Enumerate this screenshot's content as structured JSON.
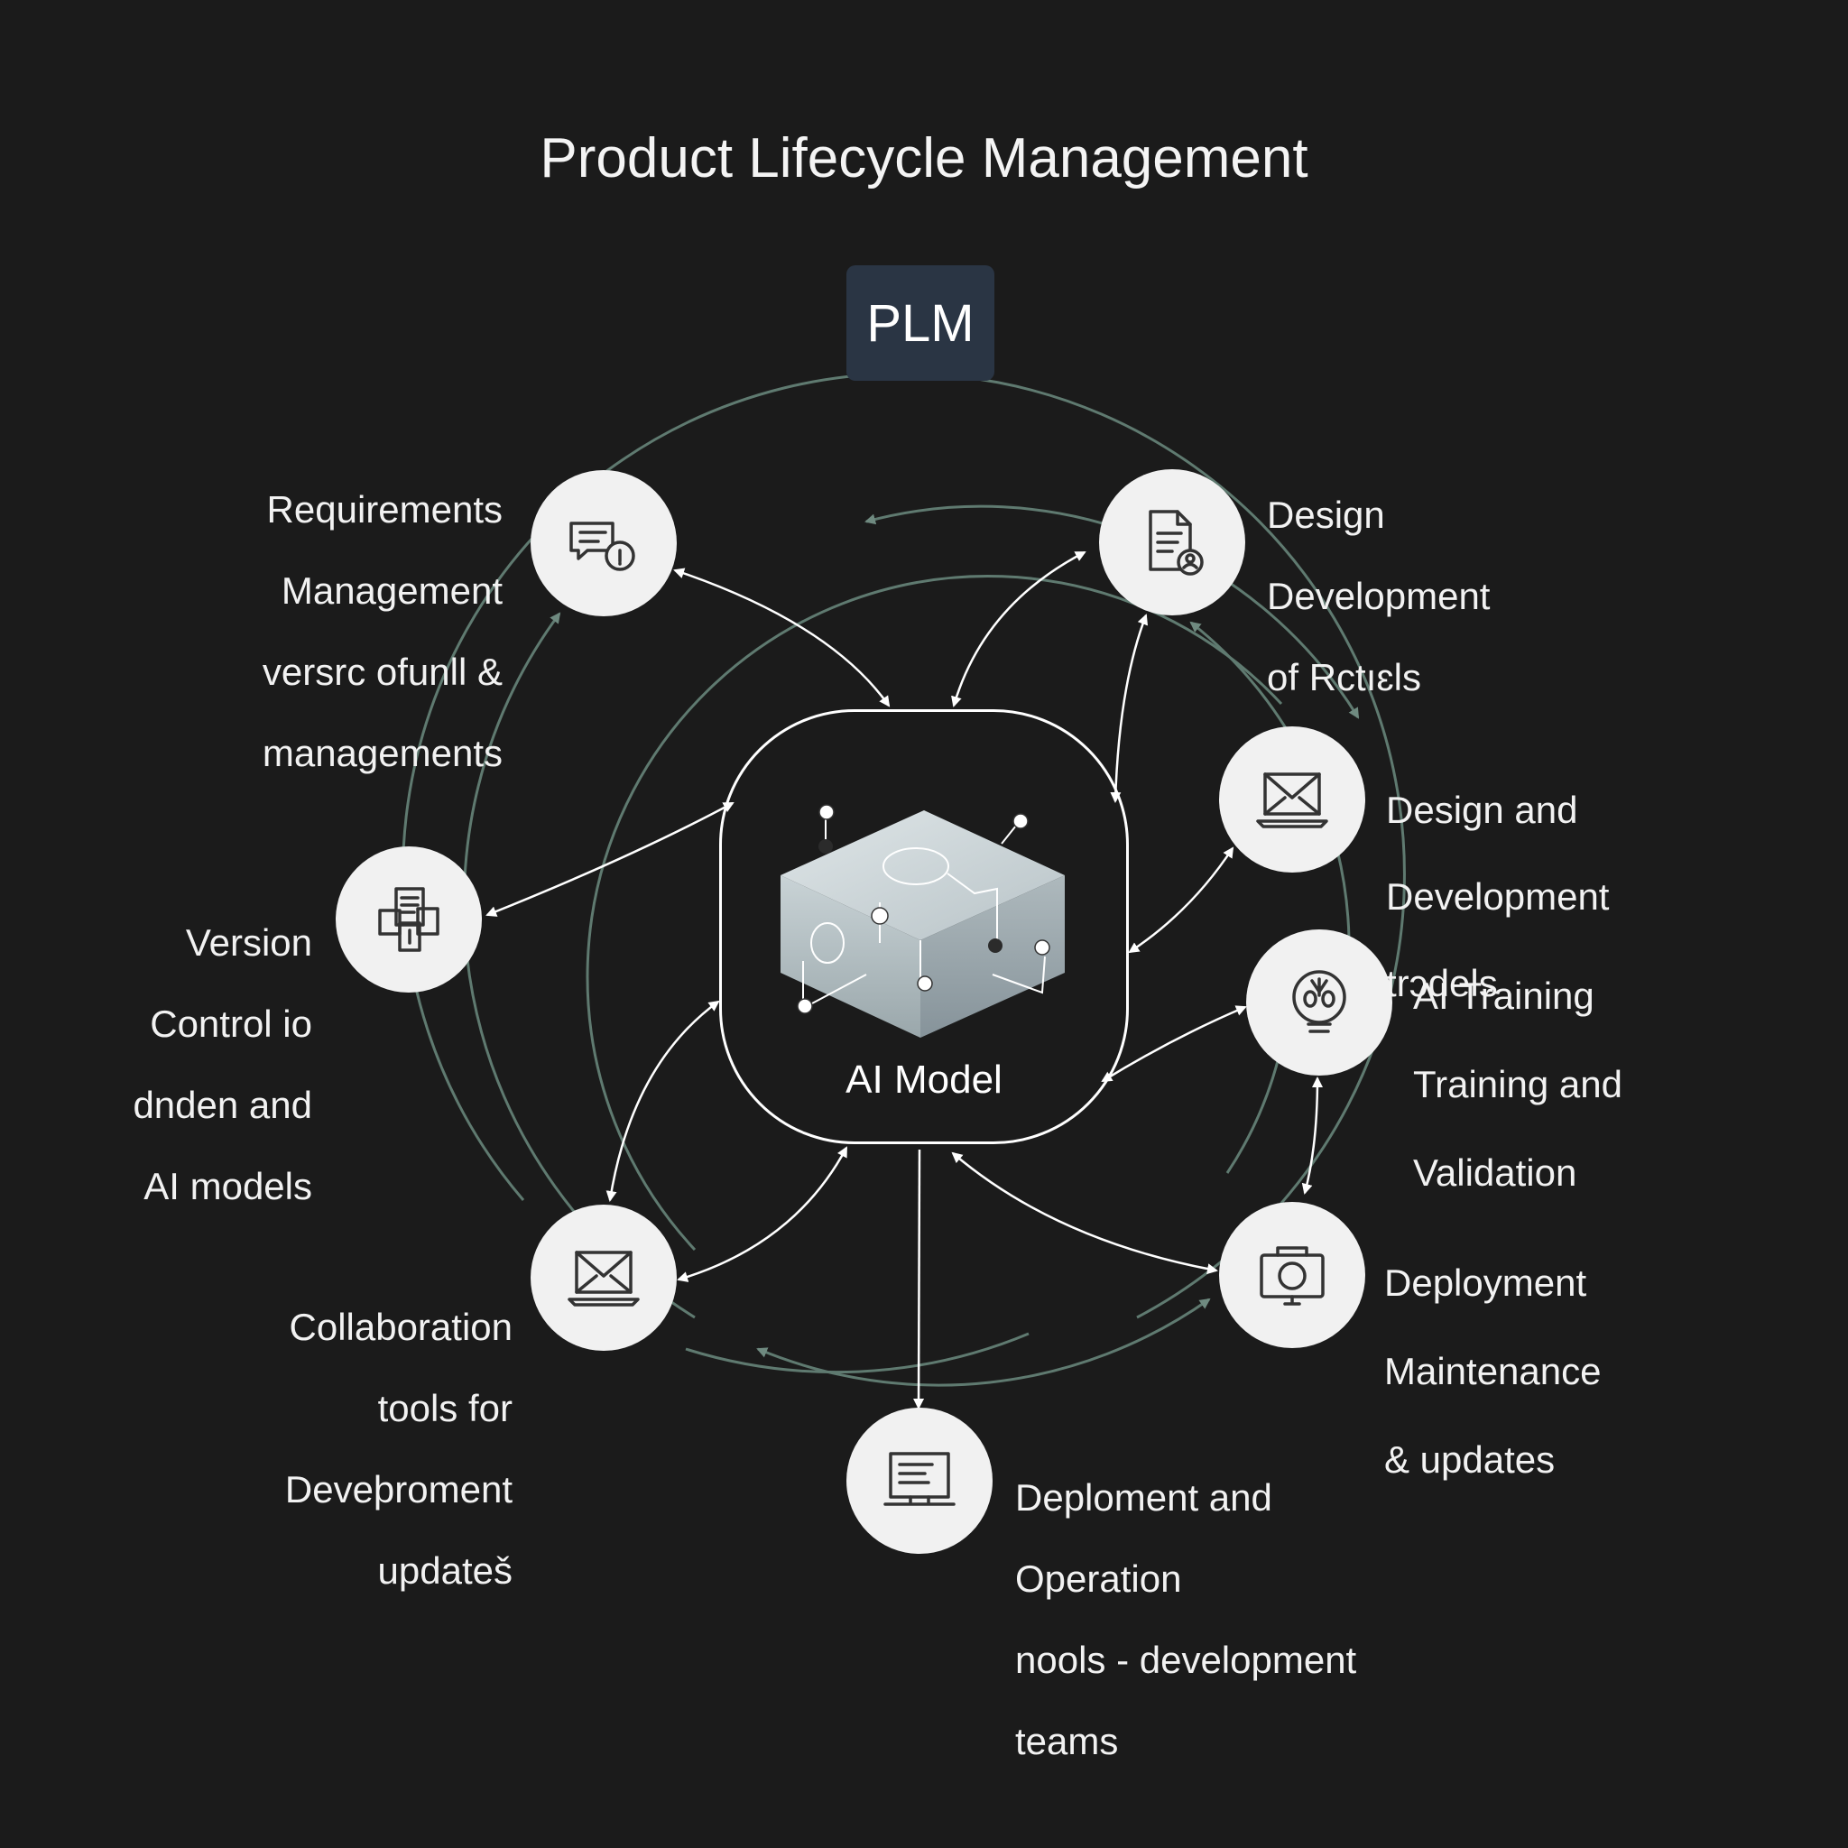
{
  "title": "Product Lifecycle Management",
  "badge": "PLM",
  "hub": {
    "label": "AI Model",
    "icon": "ai-model-cube-icon"
  },
  "colors": {
    "background": "#1b1b1b",
    "badge": "#2a3544",
    "ring": "#5f7a70",
    "node": "#f1f1f1",
    "arrow": "#ffffff"
  },
  "nodes": [
    {
      "id": "requirements",
      "icon": "chat-document-icon",
      "lines": [
        "Requirements",
        "Management",
        "versrc ofunll &",
        "managements"
      ]
    },
    {
      "id": "design-top",
      "icon": "document-user-icon",
      "lines": [
        "Design",
        "Development",
        "of Rctıɛls"
      ]
    },
    {
      "id": "design-models",
      "icon": "envelope-laptop-icon",
      "lines": [
        "Design and",
        "Development",
        "trɔdels"
      ]
    },
    {
      "id": "ai-training",
      "icon": "brain-bulb-icon",
      "lines": [
        "AI Training",
        "Training and",
        "Validation"
      ]
    },
    {
      "id": "deployment-maint",
      "icon": "camera-icon",
      "lines": [
        "Deployment",
        "Maintenance",
        "&  updates"
      ]
    },
    {
      "id": "deployment-ops",
      "icon": "monitor-icon",
      "lines": [
        "Deploment and",
        "Operation",
        "nools - development",
        "teams"
      ]
    },
    {
      "id": "collaboration",
      "icon": "envelope-laptop-icon",
      "lines": [
        "Collaboration",
        "tools for",
        "Deveþroment",
        "updateš"
      ]
    },
    {
      "id": "version-control",
      "icon": "files-icon",
      "lines": [
        "Version",
        "Control io",
        "dnden and",
        "AI models"
      ]
    }
  ]
}
